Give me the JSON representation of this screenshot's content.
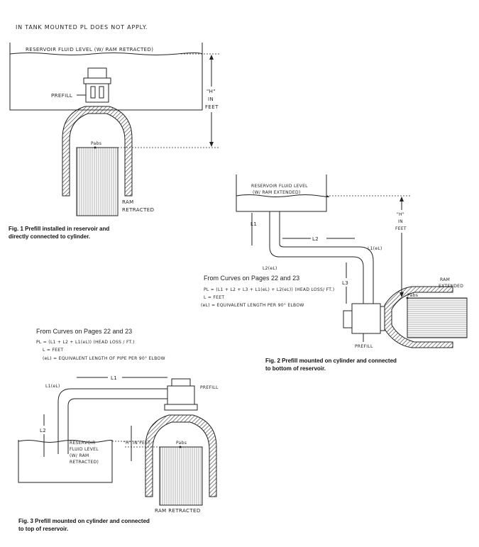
{
  "header_note": "IN TANK MOUNTED PL DOES NOT APPLY.",
  "fig1": {
    "reservoir_label": "RESERVOIR FLUID LEVEL (W/ RAM RETRACTED)",
    "prefill_label": "PREFILL",
    "h_line1": "\"H\"",
    "h_line2": "IN",
    "h_line3": "FEET",
    "pabs_label": "Pabs",
    "ram_line1": "RAM",
    "ram_line2": "RETRACTED",
    "caption_line1": "Fig. 1  Prefill installed in reservoir and",
    "caption_line2": "directly connected to cylinder."
  },
  "fig2": {
    "reservoir_line1": "RESERVOIR FLUID LEVEL",
    "reservoir_line2": "(W/ RAM EXTENDED)",
    "h_line1": "\"H\"",
    "h_line2": "IN",
    "h_line3": "FEET",
    "l1": "L1",
    "l2": "L2",
    "l3": "L3",
    "l1el": "L1(eL)",
    "l2el": "L2(eL)",
    "ram_line1": "RAM",
    "ram_line2": "EXTENDED",
    "pabs_label": "Pabs",
    "prefill_label": "PREFILL",
    "curves_title": "From Curves on Pages 22 and 23",
    "formula": "PL = (L1 + L2 + L3 + L1(eL) + L2(eL)) (HEAD LOSS/ FT.)",
    "def_l": "L = FEET",
    "def_el": "(eL) = EQUIVALENT LENGTH PER 90° ELBOW",
    "caption_line1": "Fig. 2  Prefill mounted on cylinder and connected",
    "caption_line2": "to bottom of reservoir."
  },
  "fig3": {
    "curves_title": "From Curves on Pages 22 and 23",
    "formula": "PL = (L1 + L2 + L1(eL)) (HEAD LOSS / FT.)",
    "def_l": "L = FEET",
    "def_el": "(eL) = EQUIVALENT LENGTH OF PIPE PER 90° ELBOW",
    "l1el": "L1(eL)",
    "l1": "L1",
    "l2": "L2",
    "prefill_label": "PREFILL",
    "reservoir_line1": "RESERVOIR",
    "reservoir_line2": "FLUID LEVEL",
    "reservoir_line3": "(W/ RAM",
    "reservoir_line4": "RETRACTED)",
    "h_label": "\"H\" IN FEET",
    "pabs_label": "Pabs",
    "ram_label": "RAM    RETRACTED",
    "caption_line1": "Fig. 3  Prefill mounted on cylinder and connected",
    "caption_line2": "to top of reservoir."
  }
}
